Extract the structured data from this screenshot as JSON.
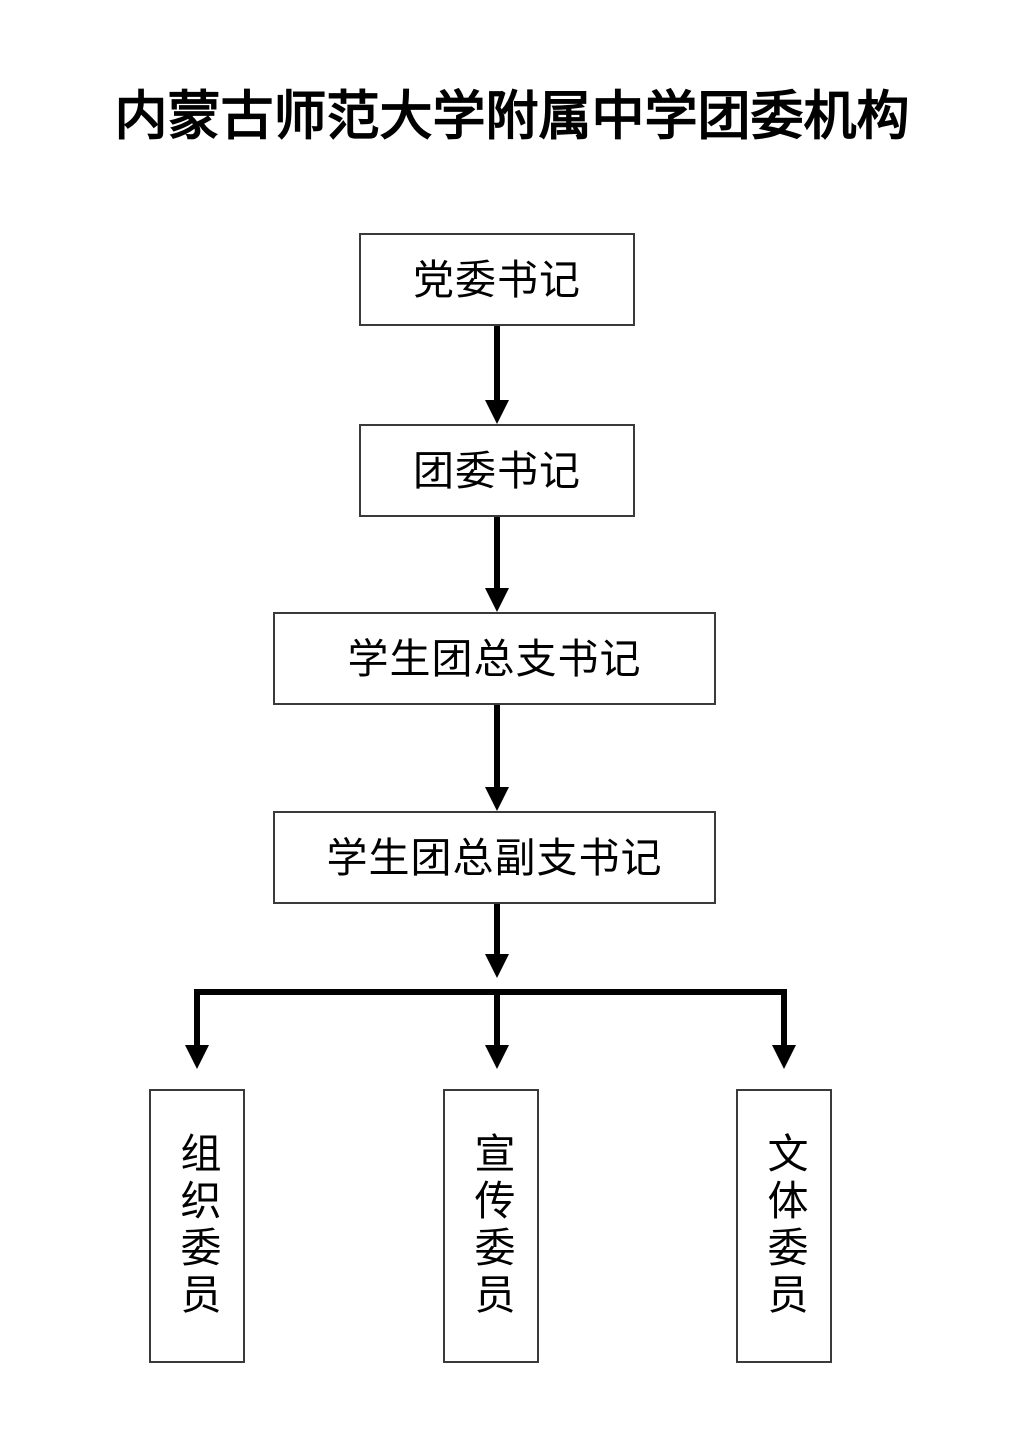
{
  "document": {
    "title": "内蒙古师范大学附属中学团委机构",
    "background_color": "#ffffff",
    "box_border_color": "#3a3a3a",
    "connector_color": "#000000",
    "text_color": "#000000"
  },
  "chart_data": {
    "type": "diagram",
    "subtype": "organizational-chart",
    "title": "内蒙古师范大学附属中学团委机构",
    "orientation": "top-down",
    "nodes": [
      {
        "id": "n1",
        "label": "党委书记",
        "level": 1,
        "text_orientation": "horizontal"
      },
      {
        "id": "n2",
        "label": "团委书记",
        "level": 2,
        "text_orientation": "horizontal"
      },
      {
        "id": "n3",
        "label": "学生团总支书记",
        "level": 3,
        "text_orientation": "horizontal"
      },
      {
        "id": "n4",
        "label": "学生团总副支书记",
        "level": 4,
        "text_orientation": "horizontal"
      },
      {
        "id": "n5",
        "label": "组织委员",
        "level": 5,
        "text_orientation": "vertical"
      },
      {
        "id": "n6",
        "label": "宣传委员",
        "level": 5,
        "text_orientation": "vertical"
      },
      {
        "id": "n7",
        "label": "文体委员",
        "level": 5,
        "text_orientation": "vertical"
      }
    ],
    "edges": [
      {
        "from": "n1",
        "to": "n2",
        "style": "arrow"
      },
      {
        "from": "n2",
        "to": "n3",
        "style": "arrow"
      },
      {
        "from": "n3",
        "to": "n4",
        "style": "arrow"
      },
      {
        "from": "n4",
        "to": "n5",
        "style": "arrow"
      },
      {
        "from": "n4",
        "to": "n6",
        "style": "arrow"
      },
      {
        "from": "n4",
        "to": "n7",
        "style": "arrow"
      }
    ]
  }
}
